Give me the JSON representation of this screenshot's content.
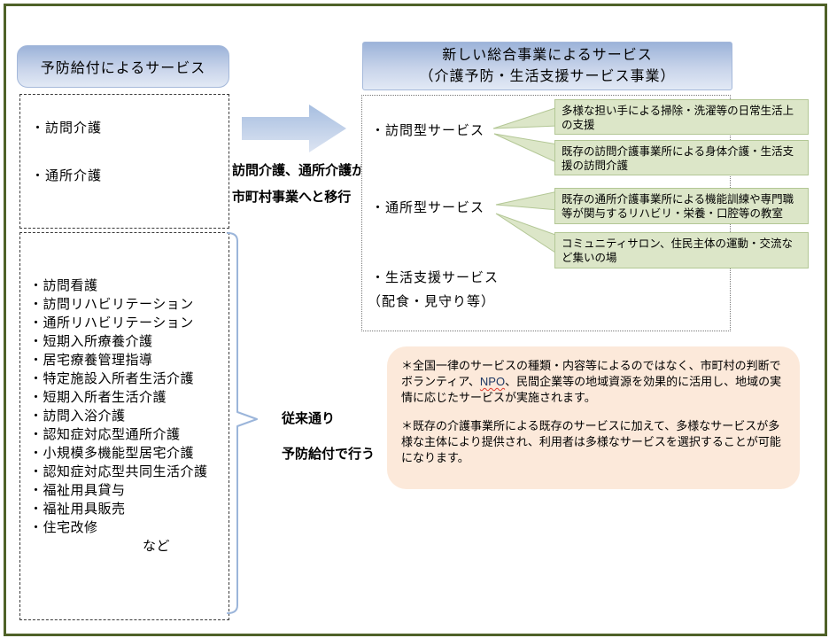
{
  "left_panel": {
    "header": "予防給付によるサービス",
    "migrating_services": [
      "・訪問介護",
      "・通所介護"
    ],
    "remaining_services": [
      "・訪問看護",
      "・訪問リハビリテーション",
      "・通所リハビリテーション",
      "・短期入所療養介護",
      "・居宅療養管理指導",
      "・特定施設入所者生活介護",
      "・短期入所者生活介護",
      "・訪問入浴介護",
      "・認知症対応型通所介護",
      "・小規模多機能型居宅介護",
      "・認知症対応型共同生活介護",
      "・福祉用具貸与",
      "・福祉用具販売",
      "・住宅改修"
    ],
    "remaining_footer": "など"
  },
  "transition": {
    "line1": "訪問介護、通所介護が",
    "line2": "市町村事業へと移行"
  },
  "brace_label": {
    "line1": "従来通り",
    "line2": "予防給付で行う"
  },
  "right_panel": {
    "header_line1": "新しい総合事業によるサービス",
    "header_line2": "（介護予防・生活支援サービス事業）",
    "service1": "・訪問型サービス",
    "service2": "・通所型サービス",
    "service3": "・生活支援サービス",
    "service3_sub": "（配食・見守り等）",
    "callouts": [
      "多様な担い手による掃除・洗濯等の日常生活上の支援",
      "既存の訪問介護事業所による身体介護・生活支援の訪問介護",
      "既存の通所介護事業所による機能訓練や専門職等が関与するリハビリ・栄養・口腔等の教室",
      "コミュニティサロン、住民主体の運動・交流など集いの場"
    ]
  },
  "notes": {
    "para1_before": "＊全国一律のサービスの種類・内容等によるのではなく、市町村の判断でボランティア、",
    "para1_npo": "NPO",
    "para1_after": "、民間企業等の地域資源を効果的に活用し、地域の実情に応じたサービスが実施されます。",
    "para2": "＊既存の介護事業所による既存のサービスに加えて、多様なサービスが多様な主体により提供され、利用者は多様なサービスを選択することが可能になります。"
  },
  "colors": {
    "frame_border": "#4F6228",
    "header_gradient_top": "#9CB3D9",
    "header_gradient_bottom": "#E2E9F5",
    "arrow_gradient_top": "#A6BEE0",
    "arrow_gradient_bottom": "#DCE4F2",
    "brace_stroke": "#9BB5DA",
    "callout_fill": "#DCE6C8",
    "callout_border": "#B3C795",
    "note_fill": "#FCE9DA",
    "npo_text": "#1F3864",
    "npo_underline": "#E23B2E"
  }
}
